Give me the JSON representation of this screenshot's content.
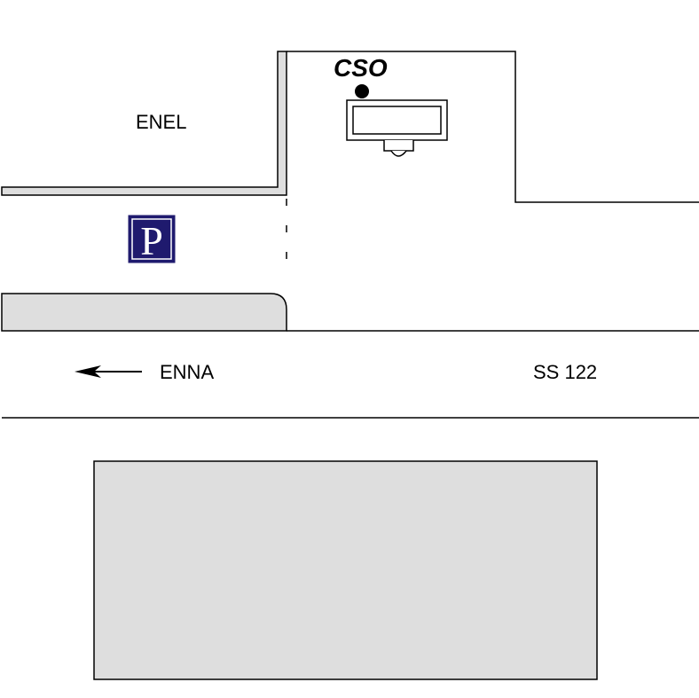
{
  "labels": {
    "enel": "ENEL",
    "cso": "CSO",
    "parking": "P",
    "direction": "ENNA",
    "road": "SS 122"
  },
  "icons": {
    "parking": "parking-sign-icon",
    "station_marker": "station-dot-icon",
    "instrument": "instrument-icon",
    "direction_arrow": "arrow-left-icon"
  },
  "colors": {
    "line": "#000000",
    "building_fill": "#dedede",
    "parking_sign": "#1f1a6e",
    "background": "#ffffff"
  }
}
